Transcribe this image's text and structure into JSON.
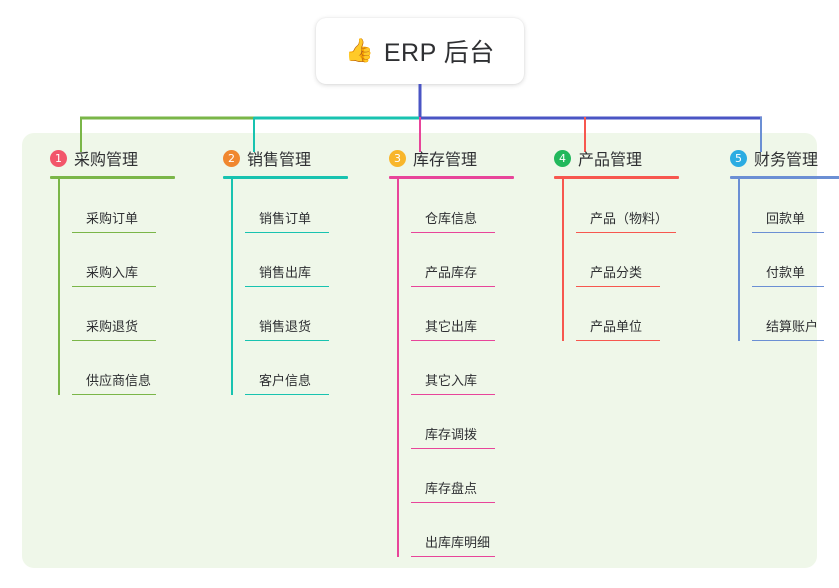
{
  "root": {
    "icon": "thumbs-up-icon",
    "emoji": "👍",
    "title": "ERP 后台"
  },
  "colors": {
    "panel_bg": "#eff7e9",
    "text": "#2f3033",
    "root_stem": "#4a55c4",
    "bus_left": "#7ab648",
    "bus_mid": "#18c3b0",
    "bus_right": "#4a55c4"
  },
  "columns": [
    {
      "index": "1",
      "title": "采购管理",
      "badge_color": "#f2566a",
      "line_color": "#7ab648",
      "items": [
        "采购订单",
        "采购入库",
        "采购退货",
        "供应商信息"
      ]
    },
    {
      "index": "2",
      "title": "销售管理",
      "badge_color": "#f0872f",
      "line_color": "#18c3b0",
      "items": [
        "销售订单",
        "销售出库",
        "销售退货",
        "客户信息"
      ]
    },
    {
      "index": "3",
      "title": "库存管理",
      "badge_color": "#f8b62b",
      "line_color": "#e8459a",
      "items": [
        "仓库信息",
        "产品库存",
        "其它出库",
        "其它入库",
        "库存调拨",
        "库存盘点",
        "出库库明细"
      ]
    },
    {
      "index": "4",
      "title": "产品管理",
      "badge_color": "#22b85c",
      "line_color": "#f7574f",
      "items": [
        "产品（物料）",
        "产品分类",
        "产品单位"
      ]
    },
    {
      "index": "5",
      "title": "财务管理",
      "badge_color": "#2bace2",
      "line_color": "#6b8fd4",
      "items": [
        "回款单",
        "付款单",
        "结算账户"
      ]
    }
  ]
}
